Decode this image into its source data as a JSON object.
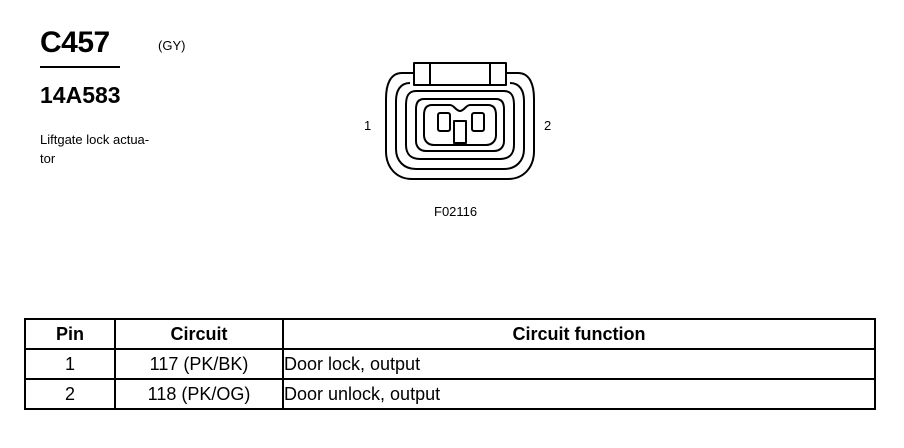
{
  "header": {
    "connector_id": "C457",
    "color_code": "(GY)",
    "part_number": "14A583",
    "description": "Liftgate lock actua-\ntor"
  },
  "diagram": {
    "pin_labels": [
      "1",
      "2"
    ],
    "figure_code": "F02116"
  },
  "table": {
    "headers": [
      "Pin",
      "Circuit",
      "Circuit function"
    ],
    "rows": [
      {
        "pin": "1",
        "circuit": "117 (PK/BK)",
        "function": "Door lock, output"
      },
      {
        "pin": "2",
        "circuit": "118 (PK/OG)",
        "function": "Door unlock, output"
      }
    ]
  }
}
